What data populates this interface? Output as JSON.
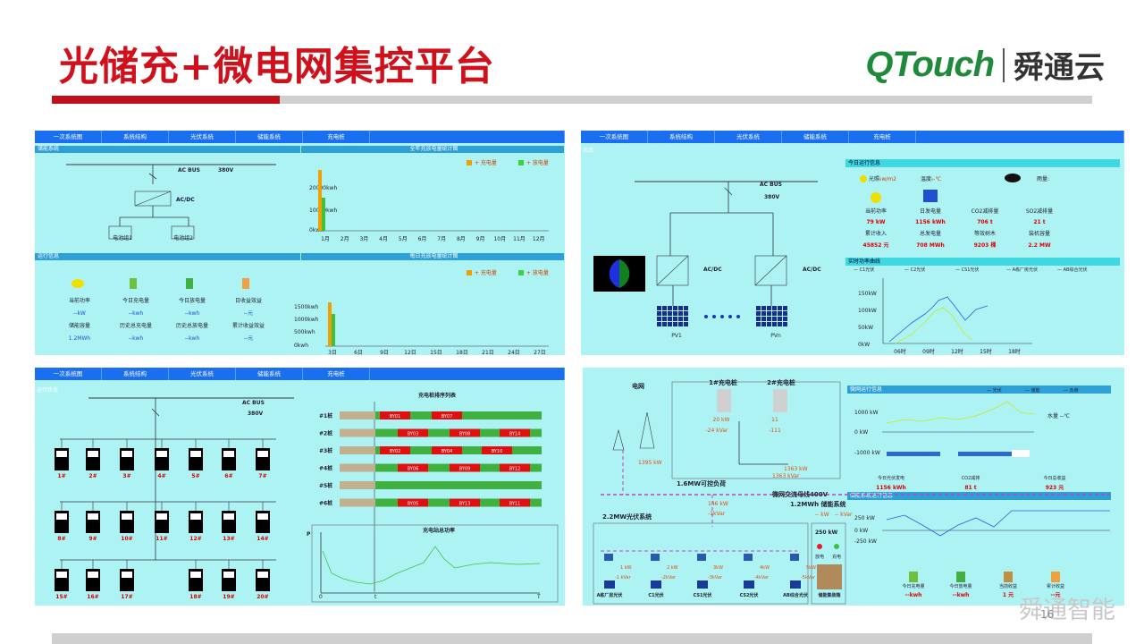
{
  "header": {
    "title": "光储充+微电网集控平台",
    "logo_latin": "QTouch",
    "logo_cn": "舜通云"
  },
  "footer": {
    "page": "16",
    "watermark": "舜通智能"
  },
  "nav_tabs": [
    "一次系统图",
    "系统结构",
    "光伏系统",
    "储能系统",
    "充电桩"
  ],
  "p1": {
    "left_sec": "储能系统",
    "chart1_title": "全年充放电量统计图",
    "chart2_title": "每日充放电量统计图",
    "run_sec": "运行信息",
    "bus": "AC BUS",
    "volt": "380V",
    "acdc": "AC/DC",
    "bat1": "电池组1",
    "bat2": "电池组2",
    "legend_charge": "充电量",
    "legend_discharge": "放电量",
    "y1": [
      "20000kwh",
      "10000kwh",
      "0kwh"
    ],
    "months": [
      "1月",
      "2月",
      "3月",
      "4月",
      "5月",
      "6月",
      "7月",
      "8月",
      "9月",
      "10月",
      "11月",
      "12月"
    ],
    "y2": [
      "1500kwh",
      "1000kwh",
      "500kwh",
      "0kwh"
    ],
    "days": [
      "3日",
      "6日",
      "9日",
      "12日",
      "15日",
      "18日",
      "21日",
      "24日",
      "27日"
    ],
    "stats": [
      [
        "当前功率",
        "--kW",
        "储能容量",
        "1.2MWh"
      ],
      [
        "今日充电量",
        "--kwh",
        "历史总充电量",
        "--kwh"
      ],
      [
        "今日放电量",
        "--kwh",
        "历史总放电量",
        "--kwh"
      ],
      [
        "日收益效益",
        "--元",
        "累计收益效益",
        "--元"
      ]
    ]
  },
  "p2": {
    "status": "状态",
    "bus": "AC BUS",
    "volt": "380V",
    "acdc": "AC/DC",
    "pv1": "PV1",
    "pvn": "PVn",
    "info_sec": "今日运行信息",
    "curve_sec": "实时功率曲线",
    "weather": [
      "光照:",
      "--w/m2",
      "温度:",
      "--℃",
      "雨量:"
    ],
    "stats": [
      [
        "当前功率",
        "79 kW",
        "累计收入",
        "45852 元"
      ],
      [
        "日发电量",
        "1156 kWh",
        "总发电量",
        "708 MWh"
      ],
      [
        "CO2减排量",
        "706 t",
        "等效树木",
        "9203 棵"
      ],
      [
        "SO2减排量",
        "21 t",
        "装机容量",
        "2.2 MW"
      ]
    ],
    "legend": [
      "C1光伏",
      "C2光伏",
      "CS1光伏",
      "A栋厂房光伏",
      "AB综合光伏"
    ],
    "y": [
      "150kW",
      "100kW",
      "50kW",
      "0kW"
    ],
    "x": [
      "06时",
      "09时",
      "12时",
      "15时",
      "18时"
    ]
  },
  "p3": {
    "status": "运行状态",
    "bus": "AC BUS",
    "volt": "380V",
    "table_title": "充电桩排序列表",
    "rows": [
      "#1桩",
      "#2桩",
      "#3桩",
      "#4桩",
      "#5桩",
      "#6桩"
    ],
    "chargers_row1": [
      "1#",
      "2#",
      "3#",
      "4#",
      "5#",
      "6#",
      "7#"
    ],
    "chargers_row2": [
      "8#",
      "9#",
      "10#",
      "11#",
      "12#",
      "13#",
      "14#"
    ],
    "chargers_row3": [
      "15#",
      "16#",
      "17#",
      "18#",
      "19#",
      "20#"
    ],
    "power_title": "充电站总功率",
    "axis_p": "P",
    "axis_0": "0",
    "axis_t": "t",
    "axis_T": "T",
    "segs": [
      [
        "BY01",
        "BY07"
      ],
      [
        "BY03",
        "BY08",
        "BY14"
      ],
      [
        "BY02",
        "BY04",
        "BY10"
      ],
      [
        "BY06",
        "BY09",
        "BY12"
      ],
      [],
      [
        "BY05",
        "BY13",
        "BY11"
      ]
    ]
  },
  "p4": {
    "grid": "电网",
    "pile1": "1#充电桩",
    "pile2": "2#充电桩",
    "p1kw": "20 kW",
    "p1kvar": "-24 kVar",
    "p2kw": "11",
    "p2kvar": "-111",
    "load": "1.6MW可控负荷",
    "load_kw": "1363 kW",
    "load_kvar": "1363 kVar",
    "grid_kw": "1395 kW",
    "bus": "微网交流母线400V",
    "pv": "2.2MW光伏系统",
    "pv_kw": "146 kW",
    "pv_kvar": "-1kVar",
    "ess": "1.2MWh 储能系统",
    "ess_kw": "-- kW",
    "ess_kvar": "-- kVar",
    "ess_p": "250 kW",
    "discharge": "放电",
    "charge": "充电",
    "cabinet": "储能集装箱",
    "pvs": [
      "A栋厂房光伏",
      "C1光伏",
      "CS1光伏",
      "CS2光伏",
      "AB综合光伏"
    ],
    "pv_kws": [
      "1 kW",
      "2 kW",
      "3kW",
      "4kW",
      "5kW"
    ],
    "pv_kvars": [
      "-1 kVar",
      "-2kVar",
      "-3kVar",
      "-4kVar",
      "-5kVar"
    ],
    "grid_sec": "微网运行信息",
    "ess_sec": "储能系统运行信息",
    "legend": [
      "光伏",
      "储能",
      "负荷"
    ],
    "water": "水量 --℃",
    "g_y": [
      "1000 kW",
      "0 kW",
      "-1000 kW"
    ],
    "e_y": [
      "250 kW",
      "0 kW",
      "-250 kW"
    ],
    "gen": "今日光伏发电",
    "co2": "CO2减排",
    "income": "今日总收益",
    "gen_v": "1156 kWh",
    "co2_v": "81 t",
    "income_v": "923 元",
    "e_stats": [
      [
        "今日充电量",
        "--kwh"
      ],
      [
        "今日放电量",
        "--kwh"
      ],
      [
        "当前收益",
        "1 元"
      ],
      [
        "累计收益",
        "--元"
      ]
    ]
  }
}
